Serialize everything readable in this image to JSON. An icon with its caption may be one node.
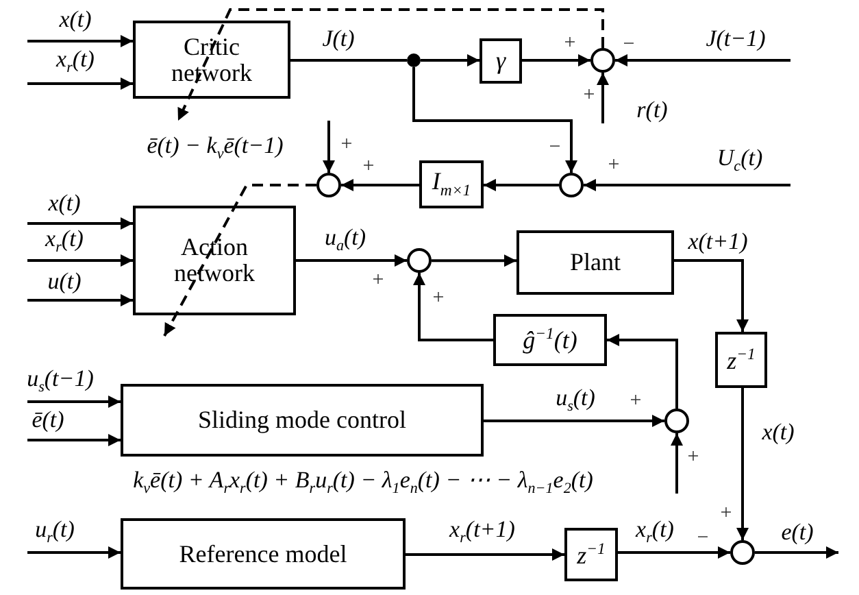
{
  "diagram": {
    "nodes": [
      {
        "text": [
          "Critic network"
        ]
      },
      {
        "text": [],
        "shape": "dot"
      },
      {
        "text": [
          "γ"
        ]
      },
      {
        "text": [],
        "shape": "circle"
      },
      {
        "text": [],
        "shape": "circle"
      },
      {
        "text": [
          "I$_{m×1}$"
        ]
      },
      {
        "text": [],
        "shape": "circle"
      },
      {
        "text": [
          "Action network"
        ]
      },
      {
        "text": [],
        "shape": "circle"
      },
      {
        "text": [
          "Plant"
        ]
      },
      {
        "text": [
          "z$^{−1}$"
        ]
      },
      {
        "text": [
          "ĝ$^{−1}$(t)"
        ]
      },
      {
        "text": [
          "Sliding mode control"
        ]
      },
      {
        "text": [],
        "shape": "circle"
      },
      {
        "text": [
          "Reference model"
        ]
      },
      {
        "text": [
          "z$^{−1}$"
        ]
      },
      {
        "text": [],
        "shape": "circle"
      }
    ],
    "edges": [
      {
        "from": null,
        "to": 0,
        "arrow": "to",
        "label": "x(t)"
      },
      {
        "from": null,
        "to": 0,
        "arrow": "to",
        "label": "x$_{r}$(t)"
      },
      {
        "from": 0,
        "to": 1,
        "arrow": "none",
        "label": "J(t)"
      },
      {
        "from": 1,
        "to": 2,
        "arrow": "to"
      },
      {
        "from": 2,
        "to": 3,
        "arrow": "to"
      },
      {
        "from": null,
        "to": 3,
        "arrow": "to",
        "label": "J(t−1)"
      },
      {
        "from": null,
        "to": 3,
        "arrow": "to",
        "label": "r(t)"
      },
      {
        "from": 3,
        "to": 0,
        "arrow": "to",
        "style": "dashed"
      },
      {
        "from": 1,
        "to": 4,
        "arrow": "to"
      },
      {
        "from": null,
        "to": 4,
        "arrow": "to",
        "label": "U$_{c}$(t)"
      },
      {
        "from": 4,
        "to": 5,
        "arrow": "to"
      },
      {
        "from": 5,
        "to": 6,
        "arrow": "to"
      },
      {
        "from": null,
        "to": 6,
        "arrow": "to",
        "label": "ē(t) − k$_{v}$ē(t−1)"
      },
      {
        "from": 6,
        "to": 7,
        "arrow": "to",
        "style": "dashed"
      },
      {
        "from": null,
        "to": 7,
        "arrow": "to",
        "label": "x(t)"
      },
      {
        "from": null,
        "to": 7,
        "arrow": "to",
        "label": "x$_{r}$(t)"
      },
      {
        "from": null,
        "to": 7,
        "arrow": "to",
        "label": "u(t)"
      },
      {
        "from": 7,
        "to": 8,
        "arrow": "to",
        "label": "u$_{a}$(t)"
      },
      {
        "from": 8,
        "to": 9,
        "arrow": "to"
      },
      {
        "from": 9,
        "to": 10,
        "arrow": "to",
        "label": "x(t+1)"
      },
      {
        "from": 13,
        "to": 11,
        "arrow": "to"
      },
      {
        "from": 11,
        "to": 8,
        "arrow": "to"
      },
      {
        "from": null,
        "to": 12,
        "arrow": "to",
        "label": "u$_{s}$(t−1)"
      },
      {
        "from": null,
        "to": 12,
        "arrow": "to",
        "label": "ē(t)"
      },
      {
        "from": 12,
        "to": 13,
        "arrow": "to",
        "label": "u$_{s}$(t)"
      },
      {
        "from": null,
        "to": 13,
        "arrow": "to",
        "label": "k$_{v}$ē(t) + A$_{r}$x$_{r}$(t) + B$_{r}$u$_{r}$(t) − λ$_{1}$e$_{n}$(t) − ⋯ − λ$_{n−1}$e$_{2}$(t)"
      },
      {
        "from": 10,
        "to": 16,
        "arrow": "to",
        "label": "x(t)"
      },
      {
        "from": null,
        "to": 14,
        "arrow": "to",
        "label": "u$_{r}$(t)"
      },
      {
        "from": 14,
        "to": 15,
        "arrow": "to",
        "label": "x$_{r}$(t+1)"
      },
      {
        "from": 15,
        "to": 16,
        "arrow": "to",
        "label": "x$_{r}$(t)"
      },
      {
        "from": 16,
        "to": null,
        "arrow": "to",
        "label": "e(t)"
      }
    ],
    "labels": [
      "+",
      "−",
      "+",
      "+",
      "−",
      "+",
      "+",
      "+",
      "+",
      "+",
      "+",
      "+",
      "−"
    ]
  }
}
